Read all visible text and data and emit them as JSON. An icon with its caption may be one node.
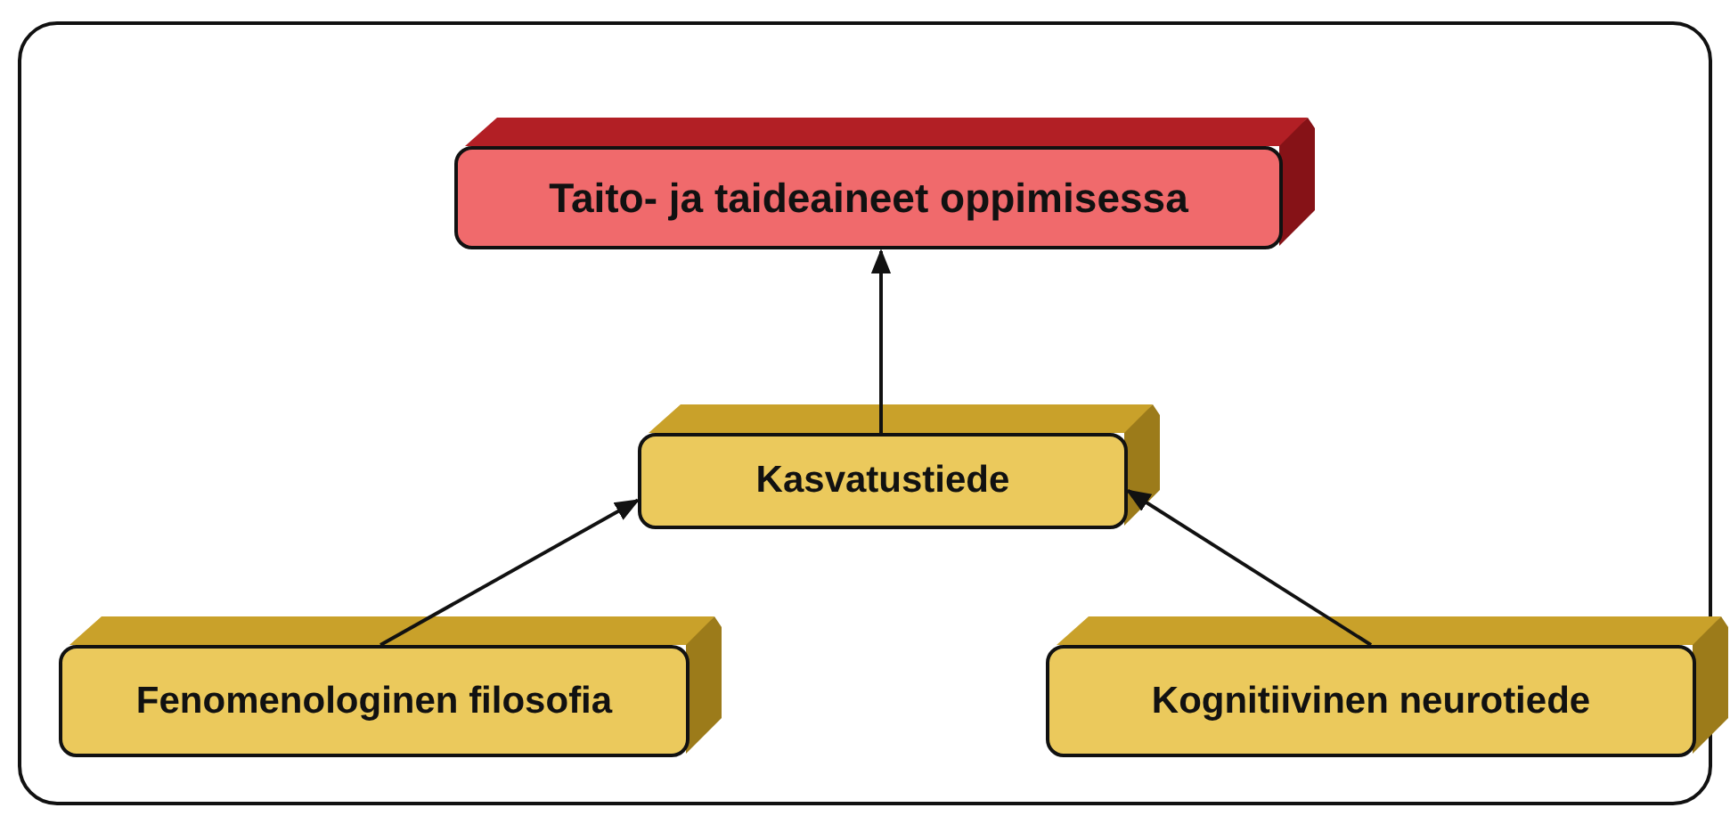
{
  "diagram": {
    "nodes": [
      {
        "text": [
          "Taito- ja taideaineet oppimisessa"
        ]
      },
      {
        "text": [
          "Kasvatustiede"
        ]
      },
      {
        "text": [
          "Fenomenologinen filosofia"
        ]
      },
      {
        "text": [
          "Kognitiivinen neurotiede"
        ]
      }
    ],
    "edges": [
      {
        "from": 1,
        "to": 0,
        "arrow": "to"
      },
      {
        "from": 2,
        "to": 1,
        "arrow": "to"
      },
      {
        "from": 3,
        "to": 1,
        "arrow": "to"
      }
    ]
  }
}
